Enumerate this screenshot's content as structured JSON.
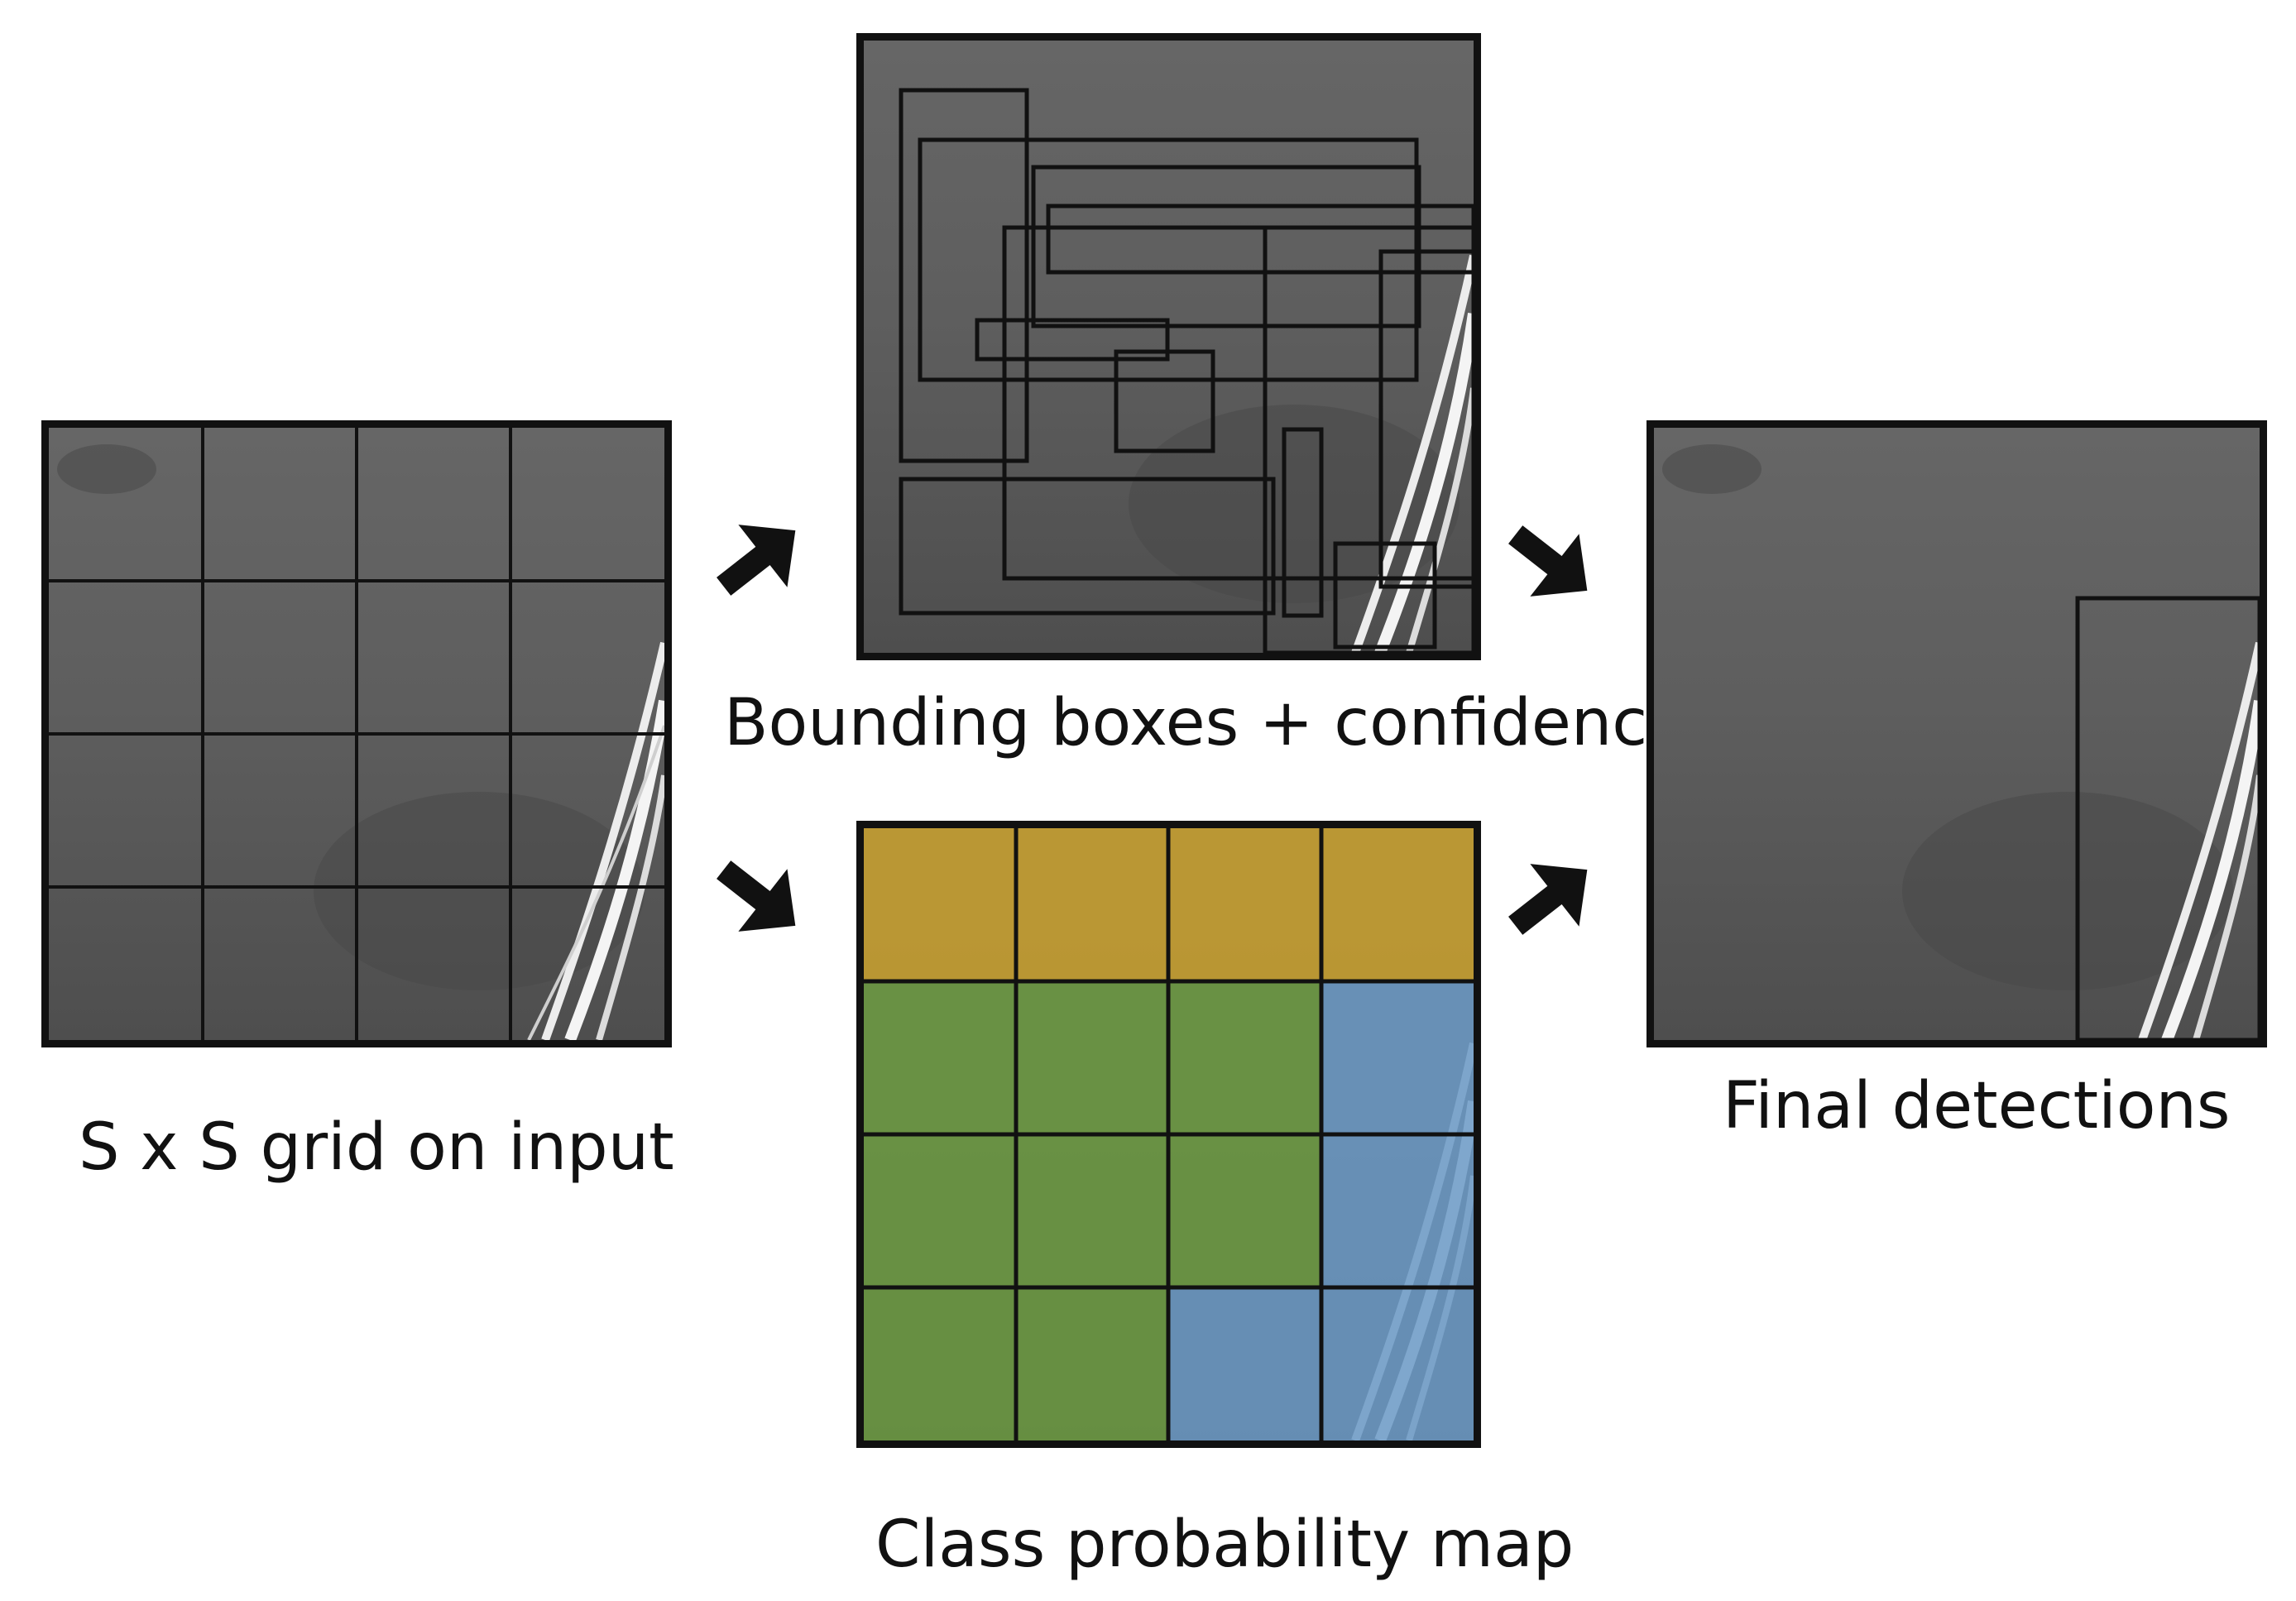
{
  "labels": {
    "input_grid": "S x S grid on input",
    "bounding_boxes": "Bounding boxes + confidence",
    "class_map": "Class probability map",
    "final": "Final detections"
  },
  "grid": {
    "rows": 4,
    "cols": 4
  },
  "class_map": {
    "cells": [
      [
        "yellow",
        "yellow",
        "yellow",
        "yellow"
      ],
      [
        "green",
        "green",
        "green",
        "blue"
      ],
      [
        "green",
        "green",
        "green",
        "blue"
      ],
      [
        "green",
        "green",
        "blue",
        "blue"
      ]
    ]
  },
  "colors": {
    "image_bg": "#5c5c5c",
    "image_dark": "#4a4a4a",
    "streak": "#f2f2f2",
    "border": "#111111",
    "yellow": "#c9a02c",
    "green": "#6b9a40",
    "blue": "#6a99c5"
  },
  "icons": {
    "flow_arrow": "arrow-icon"
  }
}
